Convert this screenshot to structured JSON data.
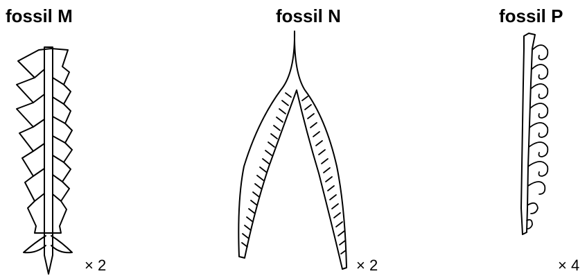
{
  "fossils": [
    {
      "label": "fossil M",
      "magnification": "× 2"
    },
    {
      "label": "fossil N",
      "magnification": "× 2"
    },
    {
      "label": "fossil P",
      "magnification": "× 4"
    }
  ]
}
